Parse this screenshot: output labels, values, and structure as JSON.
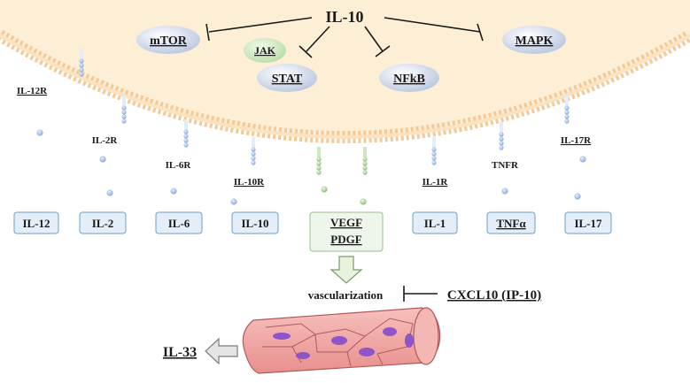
{
  "header": {
    "title": "IL-10"
  },
  "intracellular": {
    "mtor": "mTOR",
    "jak": "JAK",
    "stat": "STAT",
    "nfkb": "NFkB",
    "mapk": "MAPK"
  },
  "receptors": {
    "il12r": "IL-12R",
    "il2r": "IL-2R",
    "il6r": "IL-6R",
    "il10r": "IL-10R",
    "il1r": "IL-1R",
    "tnfr": "TNFR",
    "il17r": "IL-17R"
  },
  "cytokines": {
    "il12": "IL-12",
    "il2": "IL-2",
    "il6": "IL-6",
    "il10": "IL-10",
    "vegf": "VEGF",
    "pdgf": "PDGF",
    "il1": "IL-1",
    "tnfa": "TNFα",
    "il17": "IL-17"
  },
  "process": {
    "vascularization": "vascularization",
    "inhibitor": "CXCL10 (IP-10)",
    "il33": "IL-33"
  },
  "colors": {
    "cytoplasm": "#fcefd6",
    "membrane": "#f5c895",
    "node_fill": "#cfd9ec",
    "jak_fill": "#cde6bd",
    "cytokine_box": "#e3eef8",
    "cytokine_border": "#6f9fc6",
    "blue_dot": "#8fb0de",
    "green_dot": "#8fc47d",
    "vessel": "#f0a8a8",
    "nucleus": "#8e54c8"
  }
}
